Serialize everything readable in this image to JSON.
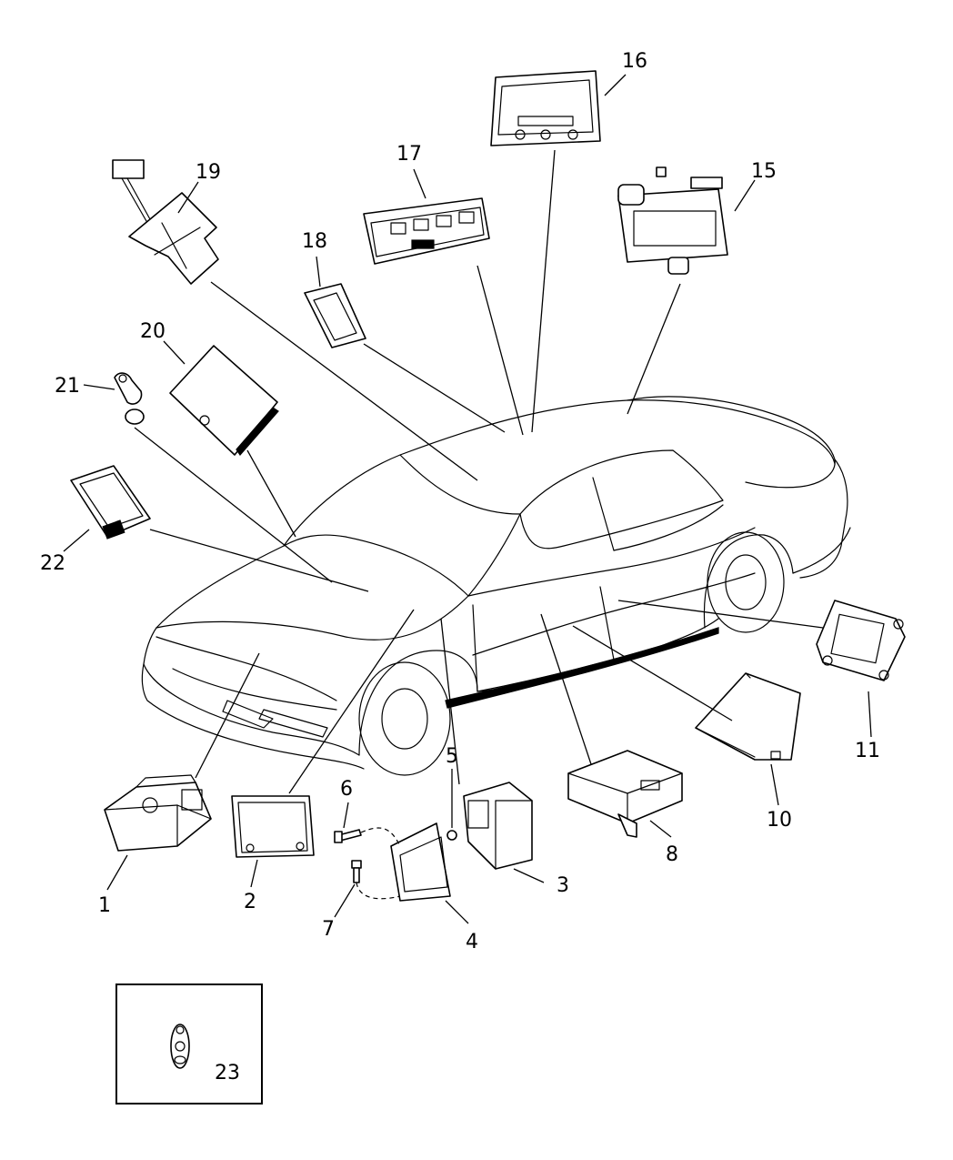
{
  "callouts": {
    "c1": "1",
    "c2": "2",
    "c3": "3",
    "c4": "4",
    "c5": "5",
    "c6": "6",
    "c7": "7",
    "c8": "8",
    "c10": "10",
    "c11": "11",
    "c15": "15",
    "c16": "16",
    "c17": "17",
    "c18": "18",
    "c19": "19",
    "c20": "20",
    "c21": "21",
    "c22": "22",
    "c23": "23"
  }
}
